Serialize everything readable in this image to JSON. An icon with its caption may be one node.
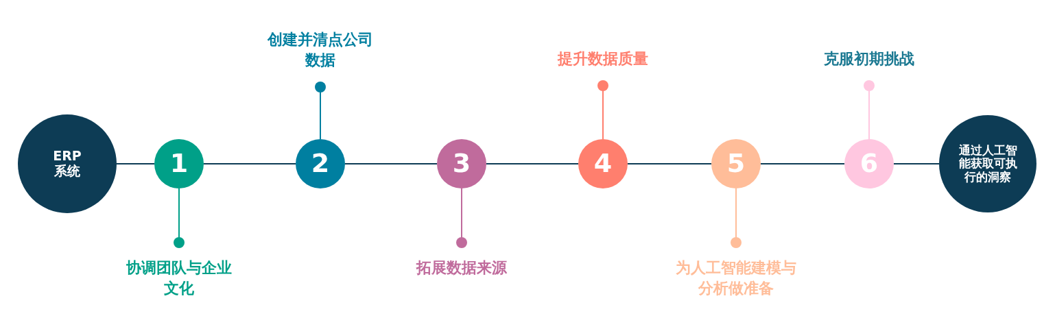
{
  "diagram": {
    "nodes": [
      {
        "text": [
          "ERP 系统"
        ]
      },
      {
        "text": [
          "1"
        ]
      },
      {
        "text": [
          "2"
        ]
      },
      {
        "text": [
          "3"
        ]
      },
      {
        "text": [
          "4"
        ]
      },
      {
        "text": [
          "5"
        ]
      },
      {
        "text": [
          "6"
        ]
      },
      {
        "text": [
          "通过人工智能获取可执行的洞察"
        ]
      },
      {
        "text": [
          "协调团队与企业文化"
        ]
      },
      {
        "text": [
          "创建并清点公司数据"
        ]
      },
      {
        "text": [
          "拓展数据来源"
        ]
      },
      {
        "text": [
          "提升数据质量"
        ]
      },
      {
        "text": [
          "为人工智能建模与分析做准备"
        ]
      },
      {
        "text": [
          "克服初期挑战"
        ]
      }
    ],
    "edges": [
      {
        "from": 0,
        "to": 1,
        "arrow": "none"
      },
      {
        "from": 1,
        "to": 2,
        "arrow": "none"
      },
      {
        "from": 2,
        "to": 3,
        "arrow": "none"
      },
      {
        "from": 3,
        "to": 4,
        "arrow": "none"
      },
      {
        "from": 4,
        "to": 5,
        "arrow": "none"
      },
      {
        "from": 5,
        "to": 6,
        "arrow": "none"
      },
      {
        "from": 6,
        "to": 7,
        "arrow": "none"
      },
      {
        "from": 1,
        "to": 8,
        "arrow": "other",
        "color": "#00a088"
      },
      {
        "from": 2,
        "to": 9,
        "arrow": "other",
        "color": "#007fa0"
      },
      {
        "from": 3,
        "to": 10,
        "arrow": "other",
        "color": "#c06b9c"
      },
      {
        "from": 4,
        "to": 11,
        "arrow": "other",
        "color": "#ff7f6e"
      },
      {
        "from": 5,
        "to": 12,
        "arrow": "other",
        "color": "#ffbd99"
      },
      {
        "from": 6,
        "to": 13,
        "arrow": "other",
        "color": "#ffc7e0"
      }
    ]
  }
}
